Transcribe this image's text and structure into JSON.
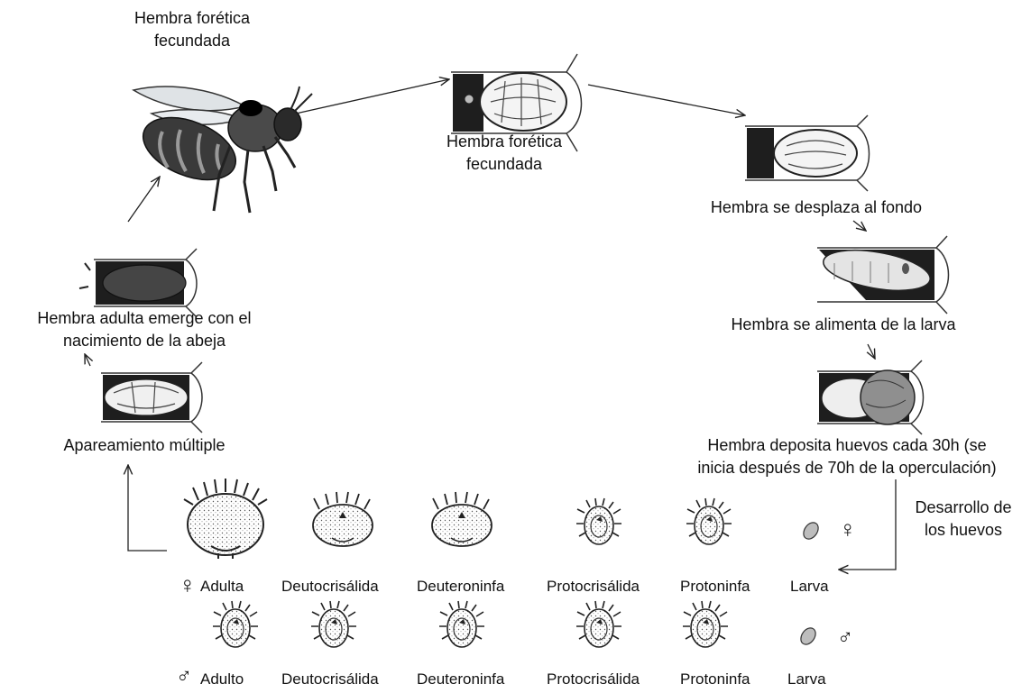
{
  "labels": {
    "bee_mite_top": [
      "Hembra forética",
      "fecundada"
    ],
    "cell_mite": [
      "Hembra forética",
      "fecundada"
    ],
    "moves_bottom": "Hembra se desplaza al fondo",
    "feeds": "Hembra se alimenta  de la larva",
    "lays_eggs": [
      "Hembra deposita huevos cada 30h (se",
      "inicia después de 70h de la operculación)"
    ],
    "egg_development": [
      "Desarrollo de",
      "los huevos"
    ],
    "mating": "Apareamiento múltiple",
    "emerges": [
      "Hembra adulta emerge con el",
      "nacimiento de la abeja"
    ]
  },
  "female_row": {
    "symbol": "♀",
    "stages": [
      "Adulta",
      "Deutocrisálida",
      "Deuteroninfa",
      "Protocrisálida",
      "Protoninfa",
      "Larva"
    ]
  },
  "male_row": {
    "symbol": "♂",
    "stages": [
      "Adulto",
      "Deutocrisálida",
      "Deuteroninfa",
      "Protocrisálida",
      "Protoninfa",
      "Larva"
    ]
  }
}
